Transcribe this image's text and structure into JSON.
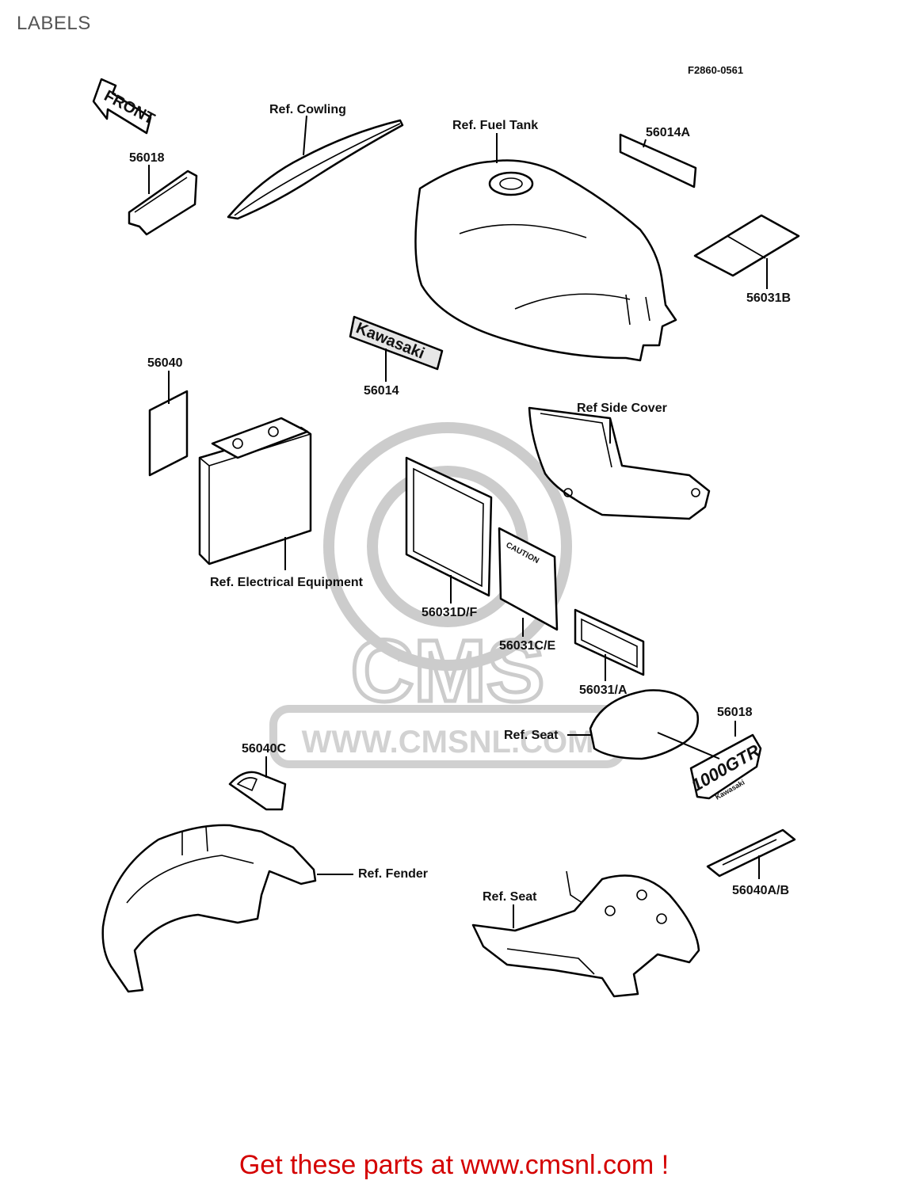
{
  "title": "LABELS",
  "figure_code": "F2860-0561",
  "watermark": {
    "brand": "CMS",
    "url": "WWW.CMSNL.COM"
  },
  "promo_text": "Get these parts at www.cmsnl.com !",
  "callouts": {
    "c_56018_a": "56018",
    "ref_cowling": "Ref. Cowling",
    "ref_fuel_tank": "Ref. Fuel Tank",
    "c_56014a": "56014A",
    "c_56031b": "56031B",
    "c_56014": "56014",
    "c_56040": "56040",
    "ref_side_cover": "Ref Side Cover",
    "ref_electrical": "Ref. Electrical Equipment",
    "c_56031df": "56031D/F",
    "c_56031ce": "56031C/E",
    "c_56031a": "56031/A",
    "c_56018_b": "56018",
    "ref_seat_a": "Ref. Seat",
    "c_56040c": "56040C",
    "ref_fender": "Ref. Fender",
    "ref_seat_b": "Ref. Seat",
    "c_56040ab": "56040A/B"
  },
  "decal_text": {
    "front": "FRONT",
    "kawasaki": "Kawasaki",
    "caution": "CAUTION",
    "gtr": "1000GTR",
    "gtr_small": "Kawasaki"
  }
}
